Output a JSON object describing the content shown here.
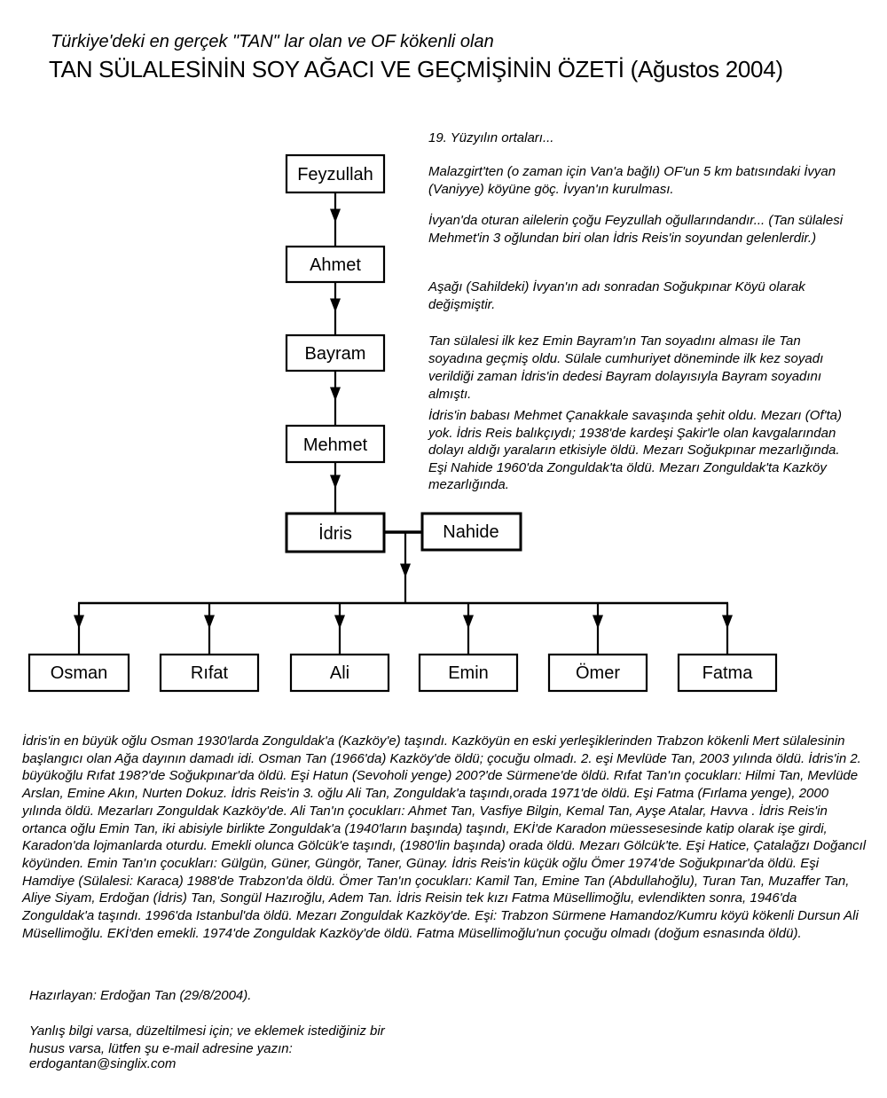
{
  "title": {
    "subtitle": "Türkiye'deki en gerçek \"TAN\" lar olan ve OF kökenli olan",
    "main": "TAN SÜLALESİNİN SOY AĞACI VE GEÇMİŞİNİN ÖZETİ (Ağustos 2004)"
  },
  "colors": {
    "ink": "#000000",
    "background": "#ffffff"
  },
  "tree": {
    "lineage": [
      {
        "label": "Feyzullah"
      },
      {
        "label": "Ahmet"
      },
      {
        "label": "Bayram"
      },
      {
        "label": "Mehmet"
      },
      {
        "label": "İdris"
      }
    ],
    "spouse": {
      "label": "Nahide"
    },
    "children": [
      {
        "label": "Osman"
      },
      {
        "label": "Rıfat"
      },
      {
        "label": "Ali"
      },
      {
        "label": "Emin"
      },
      {
        "label": "Ömer"
      },
      {
        "label": "Fatma"
      }
    ]
  },
  "side_notes": [
    {
      "text": "19. Yüzyılın ortaları..."
    },
    {
      "text": "Malazgirt'ten (o zaman için Van'a bağlı) OF'un 5 km batısındaki İvyan (Vaniyye) köyüne göç. İvyan'ın kurulması."
    },
    {
      "text": "İvyan'da oturan ailelerin çoğu Feyzullah oğullarındandır... (Tan sülalesi Mehmet'in 3 oğlundan biri olan İdris Reis'in soyundan gelenlerdir.)"
    },
    {
      "text": "Aşağı (Sahildeki) İvyan'ın adı sonradan Soğukpınar Köyü olarak değişmiştir."
    },
    {
      "text": "Tan sülalesi ilk kez Emin Bayram'ın Tan soyadını alması ile Tan soyadına geçmiş oldu. Sülale cumhuriyet döneminde ilk kez soyadı verildiği zaman İdris'in dedesi Bayram dolayısıyla Bayram soyadını almıştı."
    },
    {
      "text": "İdris'in babası Mehmet Çanakkale savaşında şehit oldu. Mezarı (Of'ta) yok. İdris Reis balıkçıydı; 1938'de kardeşi Şakir'le olan kavgalarından dolayı aldığı yaraların etkisiyle öldü. Mezarı Soğukpınar mezarlığında. Eşi Nahide 1960'da Zonguldak'ta öldü. Mezarı Zonguldak'ta Kazköy mezarlığında."
    }
  ],
  "summary": {
    "text": "İdris'in en büyük oğlu Osman 1930'larda Zonguldak'a (Kazköy'e) taşındı. Kazköyün en eski yerleşiklerinden Trabzon kökenli Mert sülalesinin başlangıcı olan Ağa dayının damadı idi. Osman Tan (1966'da) Kazköy'de öldü; çocuğu olmadı. 2. eşi Mevlüde Tan, 2003 yılında öldü. İdris'in 2. büyükoğlu Rıfat 198?'de Soğukpınar'da öldü. Eşi Hatun (Sevoholi yenge) 200?'de Sürmene'de öldü. Rıfat Tan'ın çocukları: Hilmi Tan, Mevlüde Arslan, Emine Akın, Nurten Dokuz. İdris Reis'in 3. oğlu Ali Tan, Zonguldak'a taşındı,orada 1971'de öldü. Eşi Fatma (Fırlama yenge), 2000 yılında öldü. Mezarları Zonguldak Kazköy'de. Ali Tan'ın çocukları: Ahmet Tan, Vasfiye Bilgin, Kemal Tan, Ayşe Atalar, Havva . İdris Reis'in ortanca oğlu Emin Tan, iki abisiyle birlikte Zonguldak'a (1940'ların başında) taşındı, EKİ'de Karadon müessesesinde katip olarak işe girdi, Karadon'da lojmanlarda oturdu. Emekli olunca Gölcük'e taşındı, (1980'lin başında) orada öldü. Mezarı Gölcük'te. Eşi Hatice, Çatalağzı Doğancıl köyünden. Emin Tan'ın çocukları: Gülgün, Güner, Güngör, Taner, Günay. İdris Reis'in küçük oğlu Ömer 1974'de Soğukpınar'da öldü. Eşi Hamdiye (Sülalesi: Karaca) 1988'de Trabzon'da öldü. Ömer Tan'ın çocukları: Kamil Tan, Emine Tan (Abdullahoğlu), Turan Tan, Muzaffer Tan, Aliye Siyam, Erdoğan (İdris) Tan, Songül Hazıroğlu, Adem Tan. İdris Reisin tek kızı Fatma Müsellimoğlu, evlendikten sonra, 1946'da Zonguldak'a taşındı. 1996'da Istanbul'da öldü. Mezarı Zonguldak Kazköy'de. Eşi: Trabzon Sürmene Hamandoz/Kumru köyü kökenli Dursun Ali Müsellimoğlu. EKİ'den emekli. 1974'de Zonguldak Kazköy'de öldü. Fatma Müsellimoğlu'nun çocuğu olmadı (doğum esnasında öldü)."
  },
  "footer": {
    "prepared_by": "Hazırlayan: Erdoğan Tan (29/8/2004).",
    "feedback_note": "Yanlış bilgi varsa, düzeltilmesi için; ve eklemek istediğiniz bir husus varsa, lütfen şu e-mail adresine yazın:",
    "email": "erdogantan@singlix.com"
  }
}
